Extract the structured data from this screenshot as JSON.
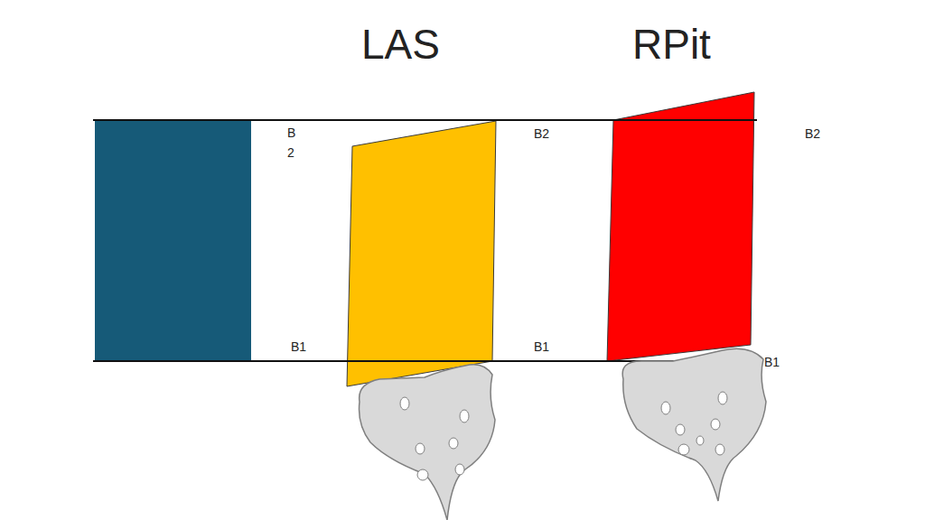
{
  "diagram": {
    "labels": [
      "LAS",
      "RPit",
      "B2",
      "B2",
      "B2",
      "B1",
      "B1",
      "B1"
    ]
  }
}
